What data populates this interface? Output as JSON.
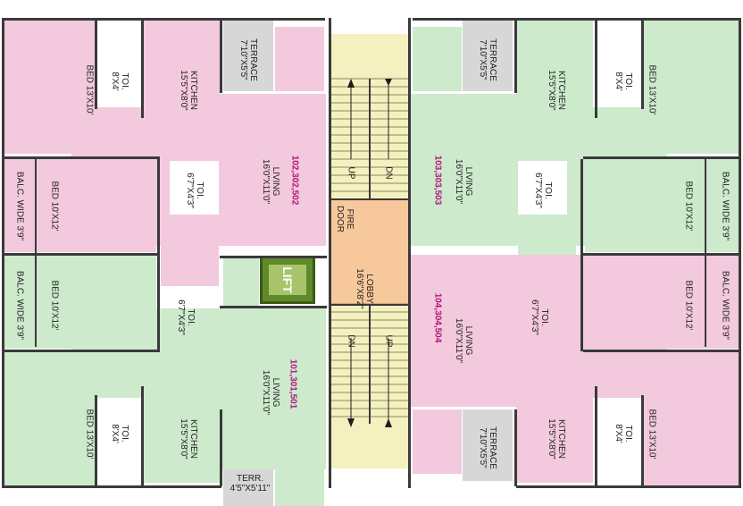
{
  "colors": {
    "pink": "#f3c9dd",
    "green": "#cdeacd",
    "grey": "#d7d7d7",
    "cream": "#f4f0c0",
    "lobby": "#f7c89b",
    "wall": "#3a3a3a",
    "unit_text": "#b0157a",
    "lift": "#5f8a2a"
  },
  "plan": {
    "lift_label": "LIFT",
    "fire_door": "FIRE\nDOOR",
    "lobby": "LOBBY\n16'6\"X8'2\"",
    "stair_up_top": "UP",
    "stair_dn_top": "DN",
    "stair_dn_bottom": "DN",
    "stair_up_bottom": "UP"
  },
  "rooms": {
    "bed_tl": "BED 13'X10'",
    "toi_tl": "TOI.\n8'X4'",
    "kitchen_tl": "KITCHEN\n15'5\"X8'0\"",
    "terrace_tl": "TERRACE\n7'10\"X5'5\"",
    "living_tl": "LIVING\n16'0\"X11'0\"",
    "bed_ml": "BED 10'X12'",
    "balc_ml": "BALC. WIDE 3'9\"",
    "toi_ml": "TOI.\n6'7\"X4'3\"",
    "bed_l2": "BED 10'X12'",
    "balc_l2": "BALC. WIDE 3'9\"",
    "toi_l2": "TOI.\n6'7\"X4'3\"",
    "living_bl": "LIVING\n16'0\"X11'0\"",
    "bed_bl": "BED 13'X10'",
    "toi_bl": "TOI.\n8'X4'",
    "kitchen_bl": "KITCHEN\n15'5\"X8'0\"",
    "terr_bl": "TERR.\n4'5\"X5'11\"",
    "terrace_tr": "TERRACE\n7'10\"X5'5\"",
    "kitchen_tr": "KITCHEN\n15'5\"X8'0\"",
    "toi_tr": "TOI.\n8'X4'",
    "bed_tr": "BED 13'X10'",
    "living_tr": "LIVING\n16'0\"X11'0\"",
    "toi_mr": "TOI.\n6'7\"X4'3\"",
    "bed_mr": "BED 10'X12'",
    "balc_mr": "BALC. WIDE 3'9\"",
    "living_br": "LIVING\n16'0\"X11'0\"",
    "toi_r2": "TOI.\n6'7\"X4'3\"",
    "bed_r2": "BED 10'X12'",
    "balc_r2": "BALC. WIDE 3'9\"",
    "terrace_br": "TERRACE\n7'10\"X5'5\"",
    "kitchen_br": "KITCHEN\n15'5\"X8'0\"",
    "toi_br": "TOI.\n8'X4'",
    "bed_br": "BED 13'X10'"
  },
  "units": {
    "u_tl": "102,302,502",
    "u_tr": "103,303,503",
    "u_bl": "101,301,501",
    "u_br": "104,304,504"
  }
}
